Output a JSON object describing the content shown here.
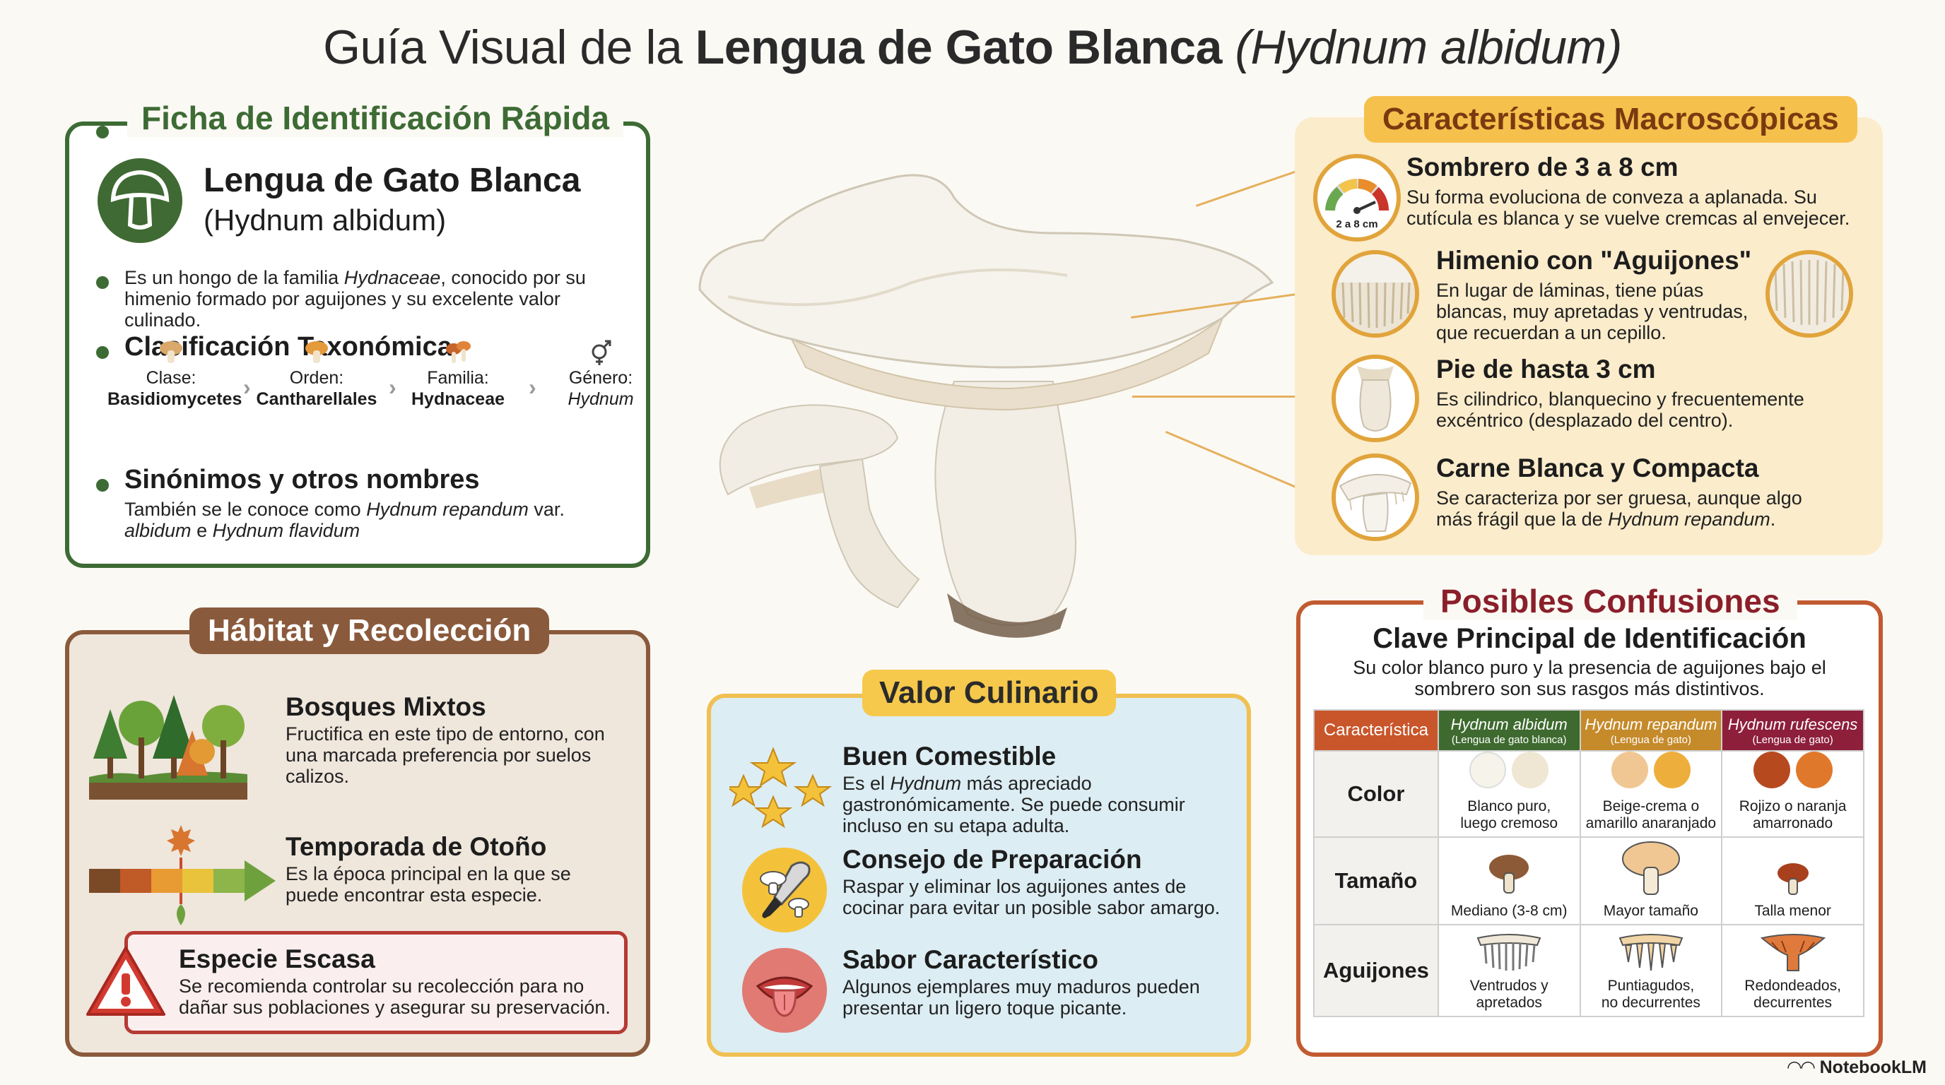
{
  "title": {
    "prefix": "Guía Visual de la ",
    "bold": "Lengua de Gato Blanca",
    "italic": "(Hydnum albidum)"
  },
  "ficha": {
    "panel_title": "Ficha de Identificación Rápida",
    "name": "Lengua de Gato Blanca",
    "sci_name": "(Hydnum albidum)",
    "intro_line1_a": "Es un hongo de la familia ",
    "intro_line1_b": "Hydnaceae",
    "intro_line1_c": ", conocido por su",
    "intro_line2": "himenio formado por aguijones y su excelente valor",
    "intro_line3": "culinado.",
    "taxo_heading": "Clasificación Taxonómica",
    "taxonomy": [
      {
        "label": "Clase:",
        "value": "Basidiomycetes"
      },
      {
        "label": "Orden:",
        "value": "Cantharellales"
      },
      {
        "label": "Familia:",
        "value": "Hydnaceae"
      },
      {
        "label": "Género:",
        "value": "Hydnum"
      }
    ],
    "syn_heading": "Sinónimos y otros nombres",
    "syn_line1_a": "También se le conoce como ",
    "syn_line1_b": "Hydnum repandum",
    "syn_line1_c": " var.",
    "syn_line2_a": "albidum",
    "syn_line2_b": " e ",
    "syn_line2_c": "Hydnum flavidum"
  },
  "habitat": {
    "panel_title": "Hábitat y Recolección",
    "items": [
      {
        "heading": "Bosques Mixtos",
        "lines": [
          "Fructifica en este tipo de entorno, con",
          "una marcada preferencia por suelos",
          "calizos."
        ]
      },
      {
        "heading": "Temporada de Otoño",
        "lines": [
          "Es la época principal en la que se",
          "puede encontrar esta especie."
        ]
      }
    ],
    "warning": {
      "heading": "Especie Escasa",
      "lines": [
        "Se recomienda controlar su recolección para no",
        "dañar sus poblaciones y asegurar su preservación."
      ]
    }
  },
  "valor": {
    "panel_title": "Valor Culinario",
    "items": [
      {
        "heading": "Buen Comestible",
        "line1_a": "Es el ",
        "line1_b": "Hydnum",
        "line1_c": " más apreciado",
        "line2": "gastronómicamente. Se puede consumir",
        "line3": "incluso en su etapa adulta."
      },
      {
        "heading": "Consejo de Preparación",
        "line1": "Raspar y eliminar los aguijones antes de",
        "line2": "cocinar para evitar un posible sabor amargo."
      },
      {
        "heading": "Sabor Característico",
        "line1": "Algunos ejemplares muy maduros pueden",
        "line2": "presentar un ligero toque picante."
      }
    ]
  },
  "macro": {
    "panel_title": "Características Macroscópicas",
    "gauge_label": "2 a 8 cm",
    "items": [
      {
        "heading": "Sombrero de 3 a 8 cm",
        "lines": [
          "Su forma evoluciona de conveza a aplanada. Su",
          "cutícula es blanca y se vuelve cremcas al envejecer."
        ]
      },
      {
        "heading": "Himenio con \"Aguijones\"",
        "lines": [
          "En lugar de láminas, tiene púas",
          "blancas, muy apretadas y ventrudas,",
          "que recuerdan a un cepillo."
        ]
      },
      {
        "heading": "Pie de hasta 3 cm",
        "lines": [
          "Es cilindrico, blanquecino y frecuentemente",
          "excéntrico (desplazado del centro)."
        ]
      },
      {
        "heading": "Carne Blanca y Compacta",
        "line1": "Se caracteriza por ser gruesa, aunque algo",
        "line2_a": "más frágil que la de ",
        "line2_b": "Hydnum repandum",
        "line2_c": "."
      }
    ]
  },
  "confusiones": {
    "panel_title": "Posibles Confusiones",
    "key_heading": "Clave Principal de Identificación",
    "key_lines": [
      "Su color blanco puro y la presencia de aguijones bajo el",
      "sombrero son sus rasgos más distintivos."
    ],
    "table": {
      "corner": "Característica",
      "species": [
        {
          "name": "Hydnum albidum",
          "common": "(Lengua de gato blanca)",
          "color": "#3e6a2f"
        },
        {
          "name": "Hydnum repandum",
          "common": "(Lengua de gato)",
          "color": "#c58a2a"
        },
        {
          "name": "Hydnum rufescens",
          "common": "(Lengua de gato)",
          "color": "#8d1f3a"
        }
      ],
      "rows": [
        {
          "label": "Color",
          "cells": [
            "Blanco puro, | luego cremoso",
            "Beige-crema o | amarillo anaranjado",
            "Rojizo o naranja | amarronado"
          ]
        },
        {
          "label": "Tamaño",
          "cells": [
            "Mediano (3-8 cm)",
            "Mayor tamaño",
            "Talla menor"
          ]
        },
        {
          "label": "Aguijones",
          "cells": [
            "Ventrudos y | apretados",
            "Puntiagudos, | no decurrentes",
            "Redondeados, | decurrentes"
          ]
        }
      ],
      "swatches": [
        [
          "#f6f3ea",
          "#efe6d4"
        ],
        [
          "#f0c793",
          "#eeae3c"
        ],
        [
          "#b64a1e",
          "#e0782c"
        ]
      ]
    }
  },
  "brand": "NotebookLM",
  "colors": {
    "green": "#3d6b34",
    "brown": "#8a5a3c",
    "gold": "#f6c04c",
    "red_border": "#c25a31",
    "conf_title": "#8a1f2a"
  }
}
